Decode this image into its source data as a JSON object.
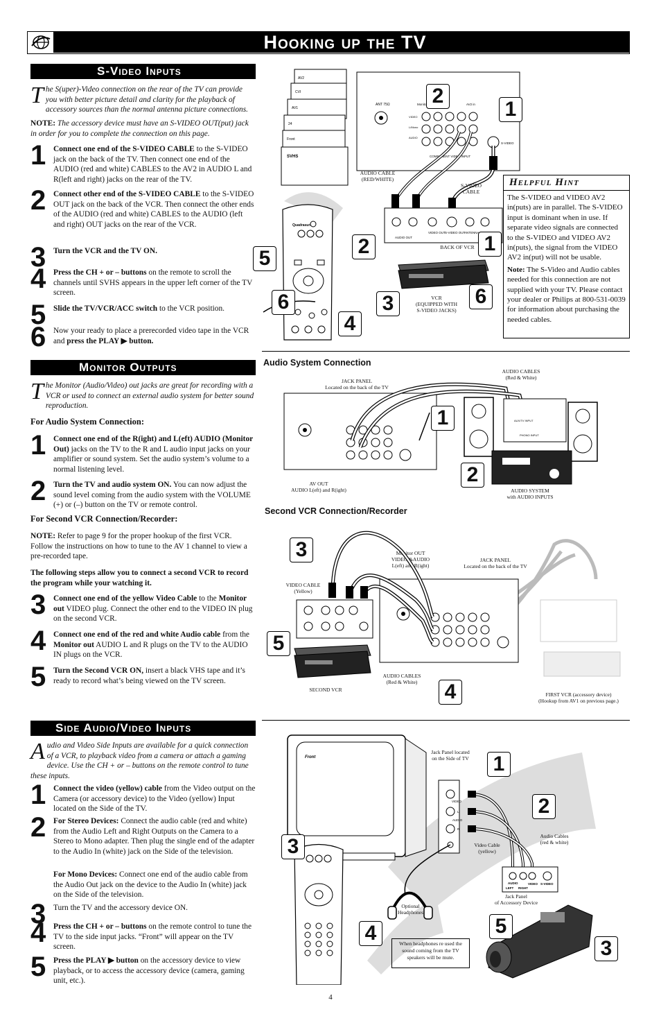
{
  "page": {
    "title": "Hooking up the TV",
    "page_number": "4"
  },
  "svideo": {
    "heading": "S-Video Inputs",
    "intro_cap": "T",
    "intro": "he S(uper)-Video connection on the rear of the TV can provide you with better picture detail and clarity for the playback of accessory sources than the normal antenna picture connections.",
    "note_label": "NOTE:",
    "note": " The accessory device must have an S-VIDEO OUT(put) jack in order for you to complete the connection on this page.",
    "steps": [
      {
        "num": "1",
        "bold": "Connect one end of the S-VIDEO CABLE",
        "text": " to the S-VIDEO jack on the back of the TV. Then connect one end of the AUDIO (red and white) CABLES to the AV2 in AUDIO L and R(left and right) jacks on the rear of the TV."
      },
      {
        "num": "2",
        "bold": "Connect other end of the S-VIDEO CABLE",
        "text": " to the S-VIDEO OUT jack on the back of the VCR. Then connect the other ends of the AUDIO (red and white) CABLES to the AUDIO (left and right) OUT jacks on the rear of the VCR."
      },
      {
        "num": "3",
        "bold": "Turn the VCR and the TV ON.",
        "text": ""
      },
      {
        "num": "4",
        "bold": "Press the CH + or – buttons",
        "text": " on the remote to scroll the channels until SVHS appears in the upper left corner of the TV screen."
      },
      {
        "num": "5",
        "bold": "Slide the TV/VCR/ACC switch",
        "text": " to the VCR position."
      },
      {
        "num": "6",
        "bold": "",
        "text": "Now your ready to place a prerecorded video tape in the VCR and ",
        "bold2": "press the PLAY ▶ button."
      }
    ],
    "diagram": {
      "screens": [
        "AV2",
        "CVI",
        "AV1",
        "24",
        "Front",
        "SVHS"
      ],
      "labels": {
        "audio_cable": "AUDIO CABLE\n(RED/WHITE)",
        "svideo_cable": "S-VIDEO\nCABLE",
        "back_of_vcr": "BACK OF VCR",
        "vcr": "VCR\n(EQUIPPED WITH\nS-VIDEO JACKS)",
        "ant": "ANT 75Ω",
        "monitor": "Monitor",
        "av_in": "AV2 in",
        "svideo_jack": "S-VIDEO",
        "video": "VIDEO",
        "lmono": "L/Mono",
        "audio": "AUDIO",
        "component": "COMPONENT VIDEO INPUT",
        "vcr_audio_out": "AUDIO OUT",
        "vcr_video_out": "VIDEO\nOUT",
        "vcr_svideo_out": "S-VIDEO\nOUT",
        "vcr_antenna": "ANTENNA\nIN",
        "remote_brand": "Quadrasurf"
      }
    },
    "hint": {
      "title": "Helpful Hint",
      "text": "The S-VIDEO and VIDEO AV2 in(puts) are in parallel.  The S-VIDEO input is dominant when in use.  If separate video signals are connected to the S-VIDEO and VIDEO AV2 in(puts), the signal from the VIDEO AV2 in(put) will not be usable.",
      "note_label": "Note:",
      "note": " The S-Video and Audio cables needed for this connection are not supplied with your TV.  Please contact your dealer or Philips at 800-531-0039 for information about purchasing the needed cables."
    }
  },
  "monitor": {
    "heading": "Monitor Outputs",
    "intro_cap": "T",
    "intro": "he Monitor (Audio/Video) out jacks are great for recording with a VCR or used to connect an external audio system for better sound reproduction.",
    "audio_head": "For Audio System Connection:",
    "steps_a": [
      {
        "num": "1",
        "bold": "Connect one end of the R(ight) and L(eft) AUDIO (Monitor Out)",
        "text": " jacks on the TV to the R and L audio input jacks on your amplifier or sound system.  Set the audio system’s volume to a normal listening level."
      },
      {
        "num": "2",
        "bold": "Turn the TV and audio system ON.",
        "text": "  You can now adjust the sound level coming from the audio system with the VOLUME (+) or (–) button on the TV or remote control."
      }
    ],
    "vcr_head": "For Second VCR Connection/Recorder:",
    "note_label": "NOTE:",
    "note": " Refer to page 9 for the proper hookup of the first VCR.  Follow the instructions on how to tune to the AV 1 channel to view a pre-recorded tape.",
    "follow": "The following steps allow you to connect a second VCR to record the program while your watching it.",
    "steps_b": [
      {
        "num": "3",
        "bold": "Connect one end of the yellow Video Cable",
        "text": " to the ",
        "bold2": "Monitor out",
        "text2": " VIDEO plug. Connect the other end to the VIDEO IN plug on the second VCR."
      },
      {
        "num": "4",
        "bold": "Connect one end of the red and white Audio cable",
        "text": " from the ",
        "bold2": "Monitor out",
        "text2": " AUDIO L and R plugs on the TV to the AUDIO IN plugs on the VCR."
      },
      {
        "num": "5",
        "bold": "Turn the Second VCR ON,",
        "text": " insert a black VHS tape and it’s ready to record what’s being viewed on the  TV screen."
      }
    ],
    "audio_diagram": {
      "title": "Audio System Connection",
      "jack_panel": "JACK PANEL\nLocated on the back of the TV",
      "audio_cables": "AUDIO CABLES\n(Red & White)",
      "av_out": "AV OUT\nAUDIO L(eft) and R(ight)",
      "audio_system": "AUDIO SYSTEM\nwith AUDIO INPUTS",
      "phono": "PHONO INPUT",
      "aux": "AUX/TV INPUT"
    },
    "vcr_diagram": {
      "title": "Second VCR Connection/Recorder",
      "monitor_out": "Monitor OUT\nVIDEO &AUDIO\nL(eft) and R(ight)",
      "jack_panel": "JACK PANEL\nLocated on the back of the TV",
      "video_cable": "VIDEO CABLE\n(Yellow)",
      "audio_cables": "AUDIO CABLES\n(Red & White)",
      "second_vcr": "SECOND VCR",
      "first_vcr": "FIRST VCR (accessory device)\n(Hookup from AV1 on previous page.)"
    }
  },
  "side": {
    "heading": "Side Audio/Video Inputs",
    "intro_cap": "A",
    "intro": "udio and Video Side Inputs are available for a quick connection of a VCR, to playback video from a camera or attach a gaming device. Use the CH + or – buttons on the remote control to tune these inputs.",
    "steps": [
      {
        "num": "1",
        "bold": "Connect the video (yellow) cable",
        "text": " from the Video output on the Camera (or accessory device) to the Video (yellow) Input located on the Side of the TV."
      },
      {
        "num": "2",
        "bold": "For Stereo Devices:",
        "text": " Connect the audio cable (red and white) from the Audio Left and Right Outputs on the Camera to a Stereo to Mono adapter. Then plug the single end of the adapter to the Audio In (white) jack on the Side of the television."
      },
      {
        "num": "",
        "bold": "For Mono Devices:",
        "text": " Connect one end of the audio cable from the Audio Out jack on the device to the Audio In (white) jack on the Side of the television."
      },
      {
        "num": "3",
        "bold": "",
        "text": "Turn the TV and the accessory device ON."
      },
      {
        "num": "4",
        "bold": "Press the CH + or – buttons",
        "text": " on the remote control to tune the TV to the side input jacks. “Front” will appear on the TV screen."
      },
      {
        "num": "5",
        "bold": "Press the PLAY ▶ button",
        "text": " on the accessory device to view playback, or to access the accessory device (camera, gaming unit, etc.)."
      }
    ],
    "diagram": {
      "front": "Front",
      "jack_panel_side": "Jack Panel located\non the Side of TV",
      "video_cable": "Video Cable\n(yellow)",
      "audio_cables": "Audio Cables\n(red & white)",
      "jack_panel_acc": "Jack Panel\nof Accessory Device",
      "headphones": "Optional\nHeadphones",
      "headphone_note": "When headphones re used the sound coming from the TV speakers will be mute.",
      "video": "VIDEO",
      "audio": "AUDIO",
      "l": "L",
      "r": "R",
      "acc_audio": "AUDIO",
      "acc_left": "LEFT",
      "acc_right": "RIGHT",
      "acc_video": "VIDEO",
      "acc_svideo": "S-VIDEO"
    }
  },
  "callouts": {
    "n1": "1",
    "n2": "2",
    "n3": "3",
    "n4": "4",
    "n5": "5",
    "n6": "6"
  }
}
